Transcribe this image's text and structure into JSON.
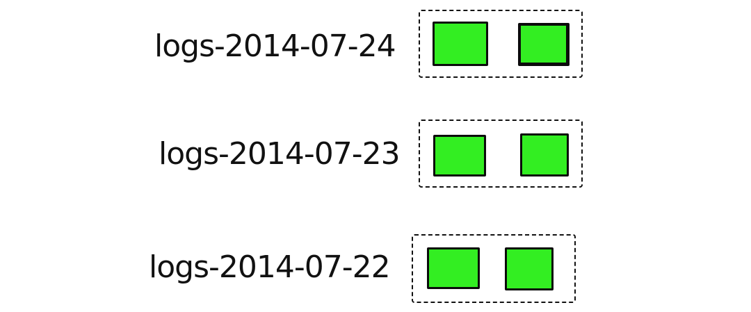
{
  "indices": [
    {
      "name": "logs-2014-07-24",
      "shards": 2,
      "shard_color": "#33ee22"
    },
    {
      "name": "logs-2014-07-23",
      "shards": 2,
      "shard_color": "#33ee22"
    },
    {
      "name": "logs-2014-07-22",
      "shards": 2,
      "shard_color": "#33ee22"
    }
  ],
  "colors": {
    "background": "#ffffff",
    "ink": "#111111",
    "shard_fill": "#33ee22"
  }
}
